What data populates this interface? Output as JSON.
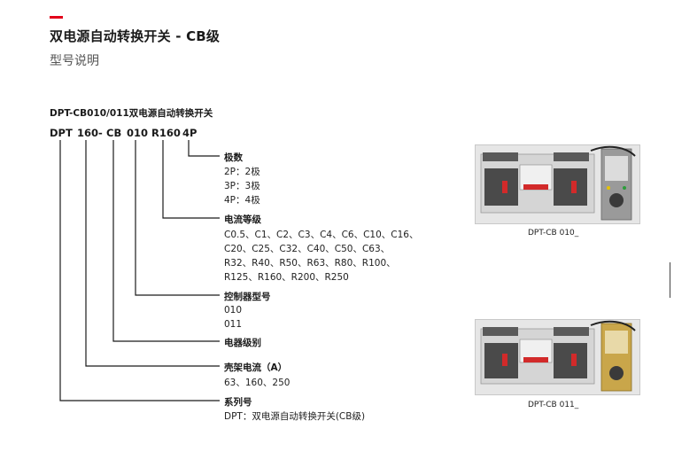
{
  "header": {
    "title": "双电源自动转换开关 - CB级",
    "subtitle": "型号说明"
  },
  "section": {
    "heading": "DPT-CB010/011双电源自动转换开关"
  },
  "model_code": {
    "segments": [
      "DPT",
      "160",
      "-",
      "CB",
      "010",
      "R160",
      "4P"
    ]
  },
  "legend": {
    "poles": {
      "label": "极数",
      "values": [
        "2P：2极",
        "3P：3极",
        "4P：4极"
      ]
    },
    "current_rating": {
      "label": "电流等级",
      "values": [
        "C0.5、C1、C2、C3、C4、C6、C10、C16、",
        "C20、C25、C32、C40、C50、C63、",
        "R32、R40、R50、R63、R80、R100、",
        "R125、R160、R200、R250"
      ]
    },
    "controller": {
      "label": "控制器型号",
      "values": [
        "010",
        "011"
      ]
    },
    "class": {
      "label": "电器级别"
    },
    "frame_current": {
      "label": "壳架电流（A）",
      "values": [
        "63、160、250"
      ]
    },
    "series": {
      "label": "系列号",
      "values": [
        "DPT：双电源自动转换开关(CB级)"
      ]
    }
  },
  "products": [
    {
      "caption": "DPT-CB 010_"
    },
    {
      "caption": "DPT-CB 011_"
    }
  ],
  "colors": {
    "accent": "#e2001a"
  }
}
